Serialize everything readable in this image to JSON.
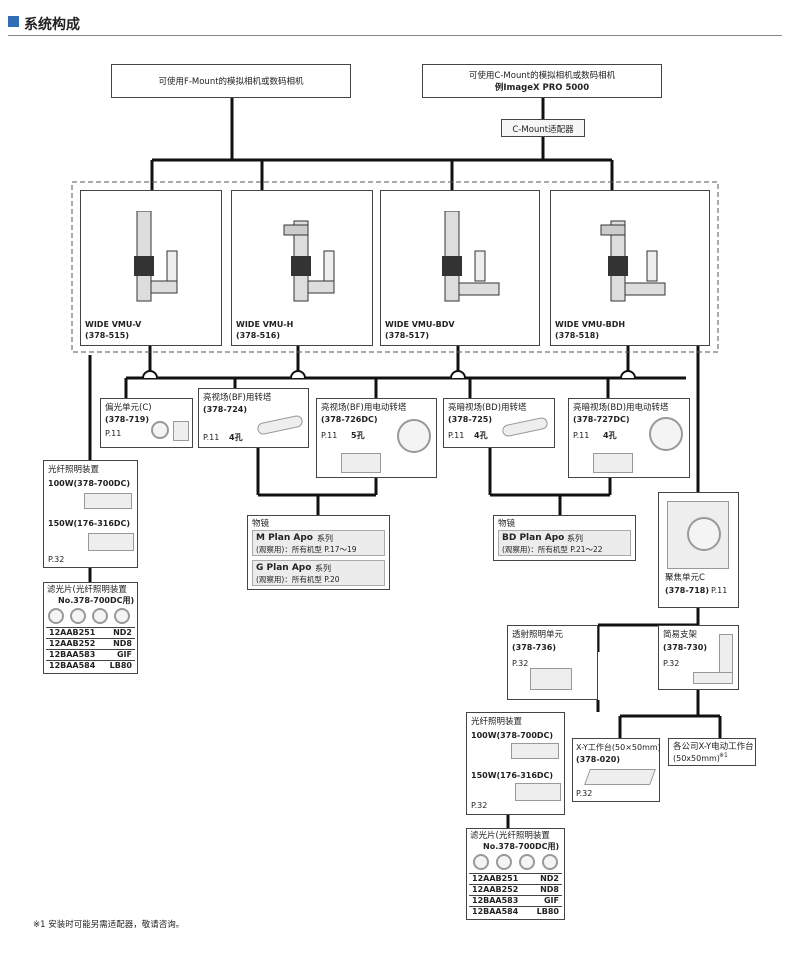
{
  "header": {
    "title": "系统构成"
  },
  "cameras": {
    "fmount": "可使用F-Mount的模拟相机或数码相机",
    "cmount_line1": "可使用C-Mount的模拟相机或数码相机",
    "cmount_line2": "例ImageX PRO 5000",
    "cmount_adapter": "C-Mount适配器"
  },
  "units": [
    {
      "name": "WIDE VMU-V",
      "code": "(378-515)"
    },
    {
      "name": "WIDE VMU-H",
      "code": "(378-516)"
    },
    {
      "name": "WIDE VMU-BDV",
      "code": "(378-517)"
    },
    {
      "name": "WIDE VMU-BDH",
      "code": "(378-518)"
    }
  ],
  "accessories": {
    "polarizer": {
      "title": "偏光单元(C)",
      "code": "(378-719)",
      "page": "P.11"
    },
    "bf_turret": {
      "title": "亮视场(BF)用转塔",
      "code": "(378-724)",
      "page": "P.11",
      "holes": "4孔"
    },
    "bf_motor": {
      "title": "亮视场(BF)用电动转塔",
      "code": "(378-726DC)",
      "page": "P.11",
      "holes": "5孔"
    },
    "bd_turret": {
      "title": "亮暗视场(BD)用转塔",
      "code": "(378-725)",
      "page": "P.11",
      "holes": "4孔"
    },
    "bd_motor": {
      "title": "亮暗视场(BD)用电动转塔",
      "code": "(378-727DC)",
      "page": "P.11",
      "holes": "4孔"
    }
  },
  "fiber_left": {
    "title": "光纤照明装置",
    "w100": "100W(378-700DC)",
    "w150": "150W(176-316DC)",
    "page": "P.32"
  },
  "filter_left": {
    "title": "滤光片(光纤照明装置",
    "subtitle": "No.378-700DC用)",
    "rows": [
      [
        "12AAB251",
        "ND2"
      ],
      [
        "12AAB252",
        "ND8"
      ],
      [
        "12BAA583",
        "GIF"
      ],
      [
        "12BAA584",
        "LB80"
      ]
    ]
  },
  "objective_bf": {
    "title": "物镜",
    "m_name": "M Plan Apo",
    "m_suffix": "系列",
    "m_desc": "(观察用)：所有机型  P.17～19",
    "g_name": "G Plan Apo",
    "g_suffix": "系列",
    "g_desc": "(观察用)：所有机型  P.20"
  },
  "objective_bd": {
    "title": "物镜",
    "name": "BD Plan Apo",
    "suffix": "系列",
    "desc": "(观察用)：所有机型  P.21～22"
  },
  "focus_unit": {
    "title": "聚焦单元C",
    "code": "(378-718)",
    "page": "P.11"
  },
  "trans_unit": {
    "title": "透射照明单元",
    "code": "(378-736)",
    "page": "P.32"
  },
  "simple_stand": {
    "title": "简易支架",
    "code": "(378-730)",
    "page": "P.32"
  },
  "fiber_right": {
    "title": "光纤照明装置",
    "w100": "100W(378-700DC)",
    "w150": "150W(176-316DC)",
    "page": "P.32"
  },
  "filter_right": {
    "title": "滤光片(光纤照明装置",
    "subtitle": "No.378-700DC用)",
    "rows": [
      [
        "12AAB251",
        "ND2"
      ],
      [
        "12AAB252",
        "ND8"
      ],
      [
        "12BAA583",
        "GIF"
      ],
      [
        "12BAA584",
        "LB80"
      ]
    ]
  },
  "xy_stage": {
    "title": "X-Y工作台(50×50mm)",
    "code": "(378-020)",
    "page": "P.32"
  },
  "xy_motor": {
    "title": "各公司X-Y电动工作台",
    "desc": "(50x50mm)",
    "mark": "※1"
  },
  "footnote": "※1 安装时可能另需适配器，敬请咨询。"
}
